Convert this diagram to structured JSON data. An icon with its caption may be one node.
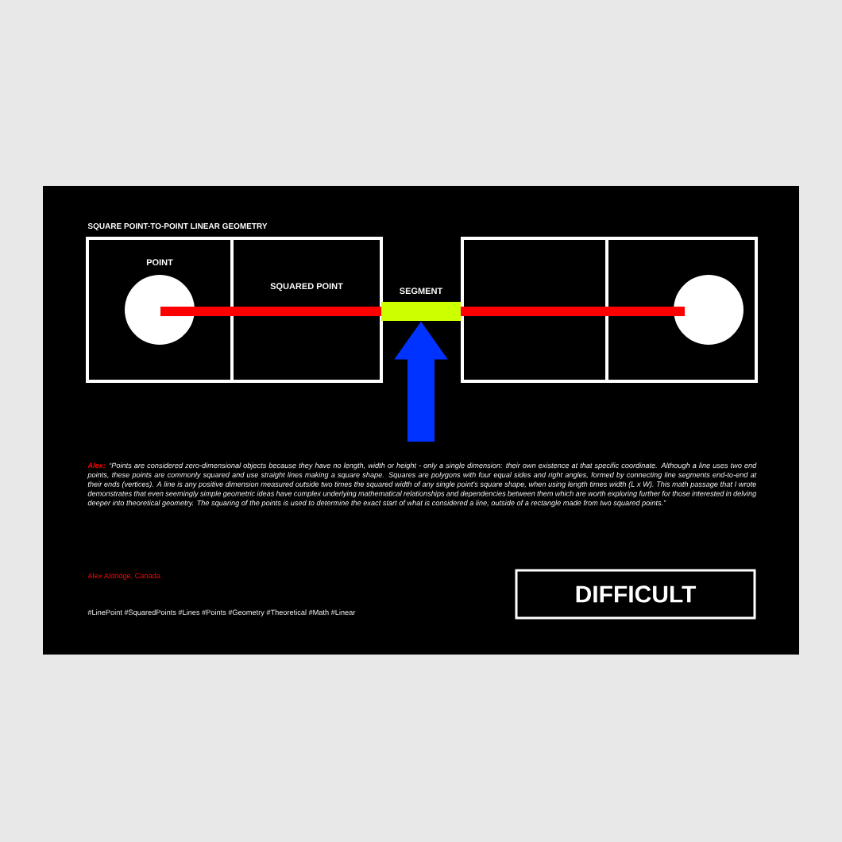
{
  "diagram": {
    "title": "SQUARE POINT-TO-POINT LINEAR GEOMETRY",
    "nodes": [
      {
        "text": [
          "POINT"
        ]
      },
      {
        "text": [
          "SQUARED POINT"
        ]
      },
      {
        "text": [
          "SEGMENT"
        ]
      },
      {
        "text": [],
        "shape": "box"
      },
      {
        "text": [],
        "shape": "box"
      },
      {
        "text": [],
        "shape": "circle",
        "in": 0
      },
      {
        "text": [],
        "shape": "circle",
        "in": 4
      },
      {
        "text": [
          "DIFFICULT"
        ]
      }
    ],
    "edges": [
      {
        "from": null,
        "to": 2,
        "arrow": "to",
        "color": "#0033ff"
      }
    ],
    "labels": [
      "Alex:",
      "“Points are considered zero-dimensional objects because they have no length, width or height - only a single dimension: their own existence at that specific coordinate. Although a line uses two end points, these points are commonly squared and use straight lines making a square shape. Squares are polygons with four equal sides and right angles, formed by connecting line segments end-to-end at their ends (vertices). A line is any positive dimension measured outside two times the squared width of any single point's square shape, when using length times width (L x W). This math passage that I wrote demonstrates that even seemingly simple geometric ideas have complex underlying mathematical relationships and dependencies between them which are worth exploring further for those interested in delving deeper into theoretical geometry. The squaring of the points is used to determine the exact start of what is considered a line, outside of a rectangle made from two squared points.”",
      "Alex Aldridge, Canada",
      "#LinePoint #SquaredPoints #Lines #Points #Geometry #Theoretical #Math #Linear"
    ]
  }
}
